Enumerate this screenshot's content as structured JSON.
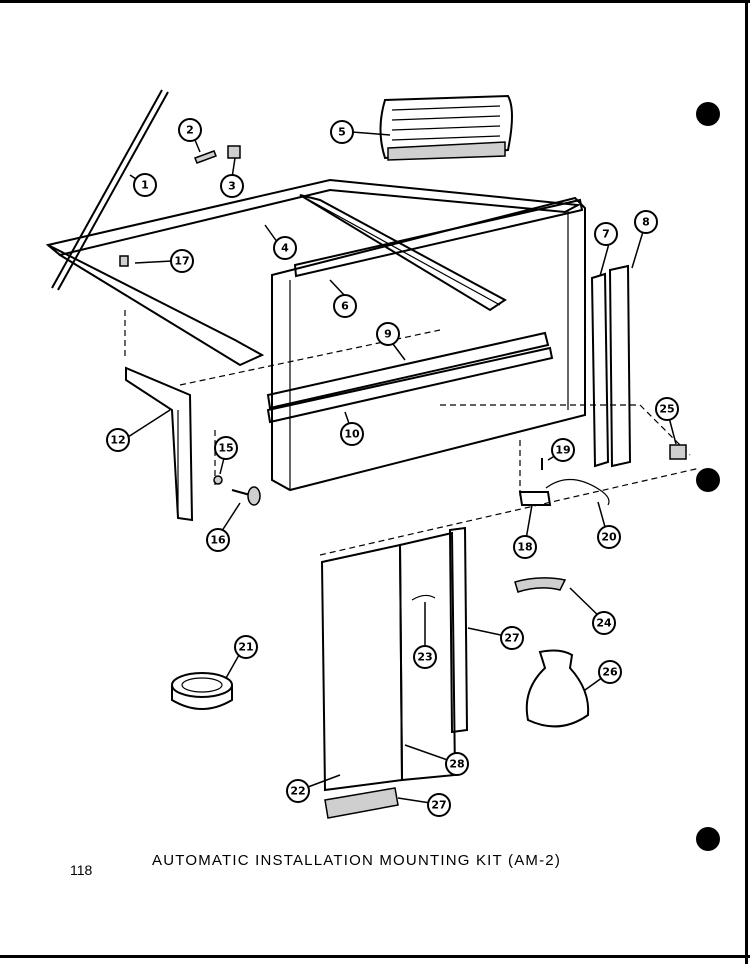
{
  "page": {
    "page_number": "118",
    "caption": "AUTOMATIC INSTALLATION MOUNTING KIT (AM-2)"
  },
  "callouts": [
    "1",
    "2",
    "3",
    "4",
    "5",
    "6",
    "7",
    "8",
    "9",
    "10",
    "12",
    "15",
    "16",
    "17",
    "18",
    "19",
    "20",
    "21",
    "22",
    "23",
    "24",
    "25",
    "26",
    "27",
    "27",
    "28"
  ],
  "icons": [
    "binder-hole",
    "binder-hole",
    "binder-hole"
  ]
}
